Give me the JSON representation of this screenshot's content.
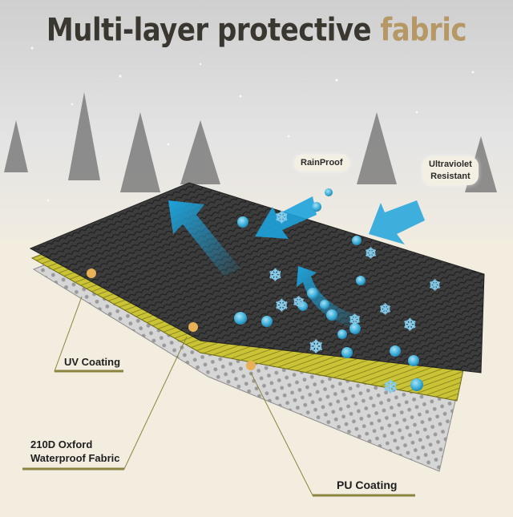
{
  "title": {
    "main": "Multi-layer protective ",
    "accent": "fabric",
    "main_color": "#3a3630",
    "accent_color": "#b69867"
  },
  "badges": {
    "rainproof": "RainProof",
    "uv_line1": "Ultraviolet",
    "uv_line2": "Resistant"
  },
  "layers": {
    "uv_coating": "UV Coating",
    "oxford_line1": "210D Oxford",
    "oxford_line2": "Waterproof Fabric",
    "pu_coating": "PU Coating"
  },
  "colors": {
    "background_bottom": "#f3ede0",
    "top_layer": "#3a3a3a",
    "middle_layer": "#c8c23a",
    "bottom_layer": "#cfcfcf",
    "arrow_blue": "#1ea3dc",
    "droplet_blue": "#4fb6dc",
    "leader_line": "#8a8440",
    "marker_dot": "#e8b057"
  }
}
